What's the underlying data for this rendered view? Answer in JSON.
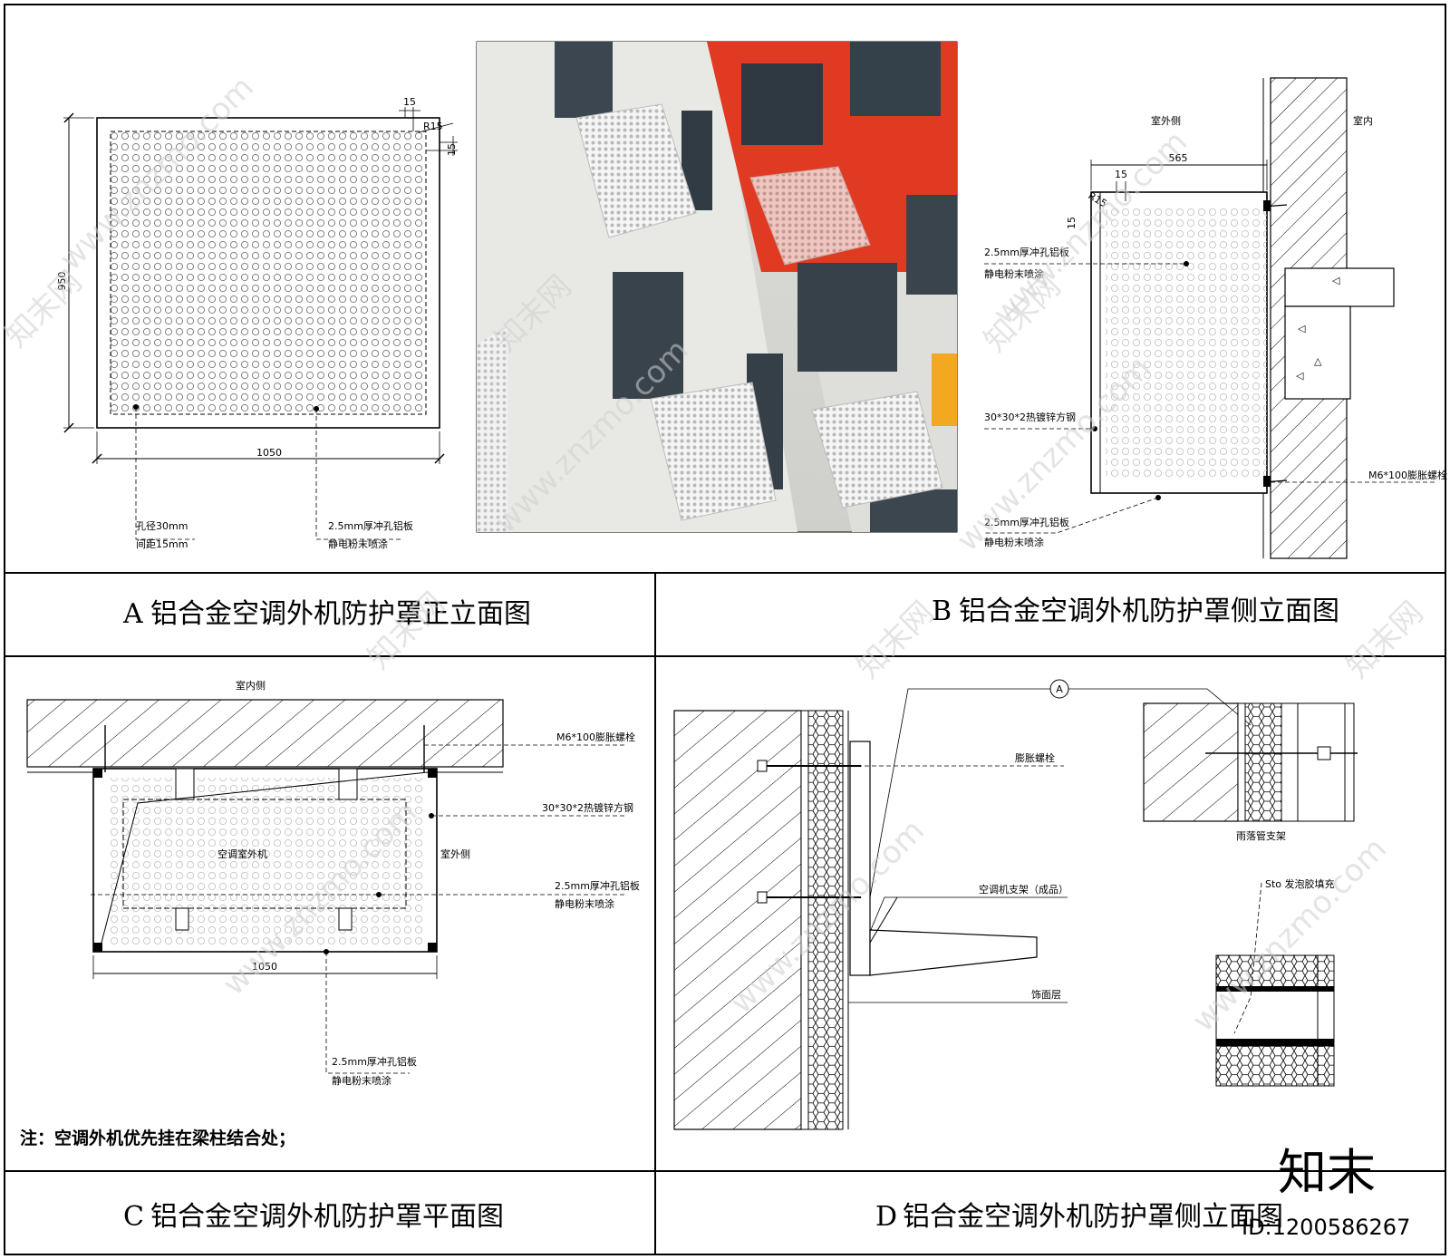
{
  "panel_a": {
    "caption_letter": "A",
    "caption": "铝合金空调外机防护罩正立面图",
    "dim_width": "1050",
    "dim_height": "950",
    "dim_edge_top": "15",
    "dim_edge_side": "15",
    "dim_radius": "R15",
    "label_hole_1": "孔径30mm",
    "label_hole_2": "间距15mm",
    "label_panel_1": "2.5mm厚冲孔铝板",
    "label_panel_2": "静电粉末喷涂"
  },
  "panel_b": {
    "caption_letter": "B",
    "caption": "铝合金空调外机防护罩侧立面图",
    "outdoor_label": "室外侧",
    "indoor_label": "室内",
    "dim_depth": "565",
    "dim_edge_top": "15",
    "dim_edge_side": "15",
    "dim_radius": "R15",
    "label_panel_1": "2.5mm厚冲孔铝板",
    "label_panel_2": "静电粉末喷涂",
    "label_steel": "30*30*2热镀锌方钢",
    "label_bolt": "M6*100膨胀螺栓",
    "label_bottom_1": "2.5mm厚冲孔铝板",
    "label_bottom_2": "静电粉末喷涂"
  },
  "panel_c": {
    "caption_letter": "C",
    "caption": "铝合金空调外机防护罩平面图",
    "indoor_label": "室内侧",
    "outdoor_label": "室外侧",
    "unit_label": "空调室外机",
    "label_bolt": "M6*100膨胀螺栓",
    "label_steel": "30*30*2热镀锌方钢",
    "label_panel_1": "2.5mm厚冲孔铝板",
    "label_panel_2": "静电粉末喷涂",
    "label_bottom_1": "2.5mm厚冲孔铝板",
    "label_bottom_2": "静电粉末喷涂",
    "dim_width": "1050",
    "note": "注：空调外机优先挂在梁柱结合处；"
  },
  "panel_d": {
    "caption_letter": "D",
    "caption": "铝合金空调外机防护罩侧立面图",
    "callout": "A",
    "label_bolt": "膨胀螺栓",
    "label_bracket": "空调机支架（成品）",
    "label_finish": "饰面层",
    "label_drain": "雨落管支架",
    "label_foam": "Sto 发泡胶填充"
  },
  "watermark": {
    "brand_cn": "知末网",
    "brand_url": "www.znzmo.com",
    "logo_cn": "知末",
    "image_id": "ID:1200586267"
  },
  "colors": {
    "line": "#000000",
    "photo_wall": "#e6e6e2",
    "photo_red": "#e13a22",
    "photo_yellow": "#f2a81f"
  }
}
